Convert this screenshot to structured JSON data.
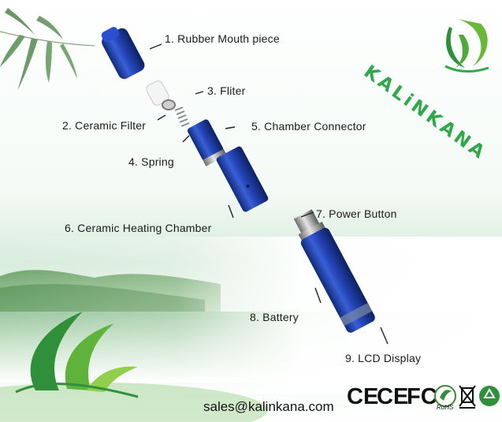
{
  "brand": {
    "name": "KALiNKANA"
  },
  "labels": {
    "l1": "1. Rubber Mouth piece",
    "l2": "2. Ceramic Filter",
    "l3": "3. Fliter",
    "l4": "4. Spring",
    "l5": "5. Chamber Connector",
    "l6": "6. Ceramic Heating Chamber",
    "l7": "7. Power Button",
    "l8": "8. Battery",
    "l9": "9. LCD Display"
  },
  "contact": {
    "email": "sales@kalinkana.com"
  },
  "certifications": {
    "ce1": "CE",
    "ce2": "CE",
    "fc": "FC",
    "rohs": "RoHS"
  },
  "colors": {
    "brand_green": "#2fa84a",
    "device_blue": "#1f3fb0"
  }
}
